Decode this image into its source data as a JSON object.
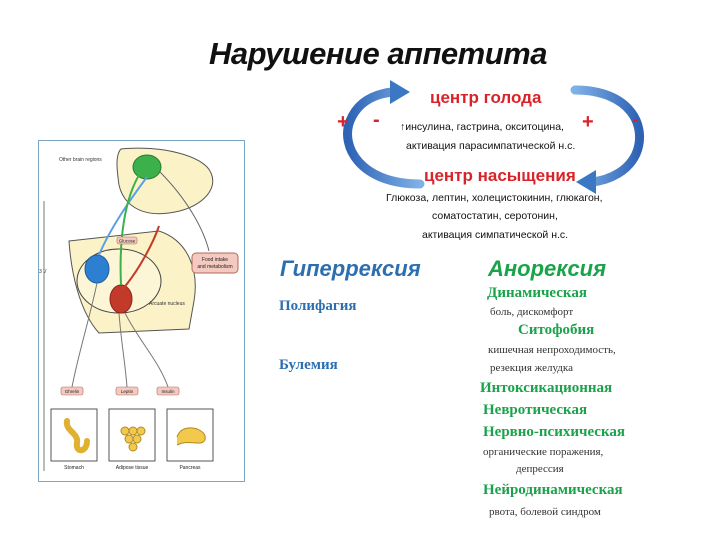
{
  "title": "Нарушение аппетита",
  "hunger_center": "центр голода",
  "satiety_center": "центр насыщения",
  "signs": {
    "left_plus": "+",
    "left_minus": "-",
    "right_plus": "+",
    "right_minus": "-"
  },
  "hunger_factors": {
    "line1": "↑инсулина, гастрина,  окситоцина,",
    "line2": "активация  парасимпатической   н.с."
  },
  "satiety_factors": {
    "line1": "Глюкоза, лептин, холецистокинин, глюкагон,",
    "line2": "соматостатин,  серотонин,",
    "line3": "активация  симпатической   н.с."
  },
  "hyperrexia": {
    "heading": "Гиперрексия",
    "items": [
      "Полифагия",
      "Булемия"
    ]
  },
  "anorexia": {
    "heading": "Анорексия",
    "dynamic": "Динамическая",
    "dynamic_sub": "боль, дискомфорт",
    "sitophobia": "Ситофобия",
    "sitophobia_sub1": "кишечная  непроходимость,",
    "sitophobia_sub2": "резекция  желудка",
    "intoxication": "Интоксикационная",
    "neurotic": "Невротическая",
    "neuropsychic": "Нервно-психическая",
    "neuropsychic_sub1": "органические  поражения,",
    "neuropsychic_sub2": "депрессия",
    "neurodynamic": "Нейродинамическая",
    "neurodynamic_sub": "рвота, болевой синдром"
  },
  "figure": {
    "labels": {
      "other_brain": "Other brain regions",
      "food_intake": "Food intake\nand metabolism",
      "glucose": "Glucose",
      "arcuate": "Arcuate nucleus",
      "ghrelin": "Ghrelin",
      "leptin": "Leptin",
      "insulin": "Insulin",
      "stomach": "Stomach",
      "adipose": "Adipose tissue",
      "pancreas": "Pancreas",
      "side": "3 V"
    },
    "colors": {
      "green": "#3cb04a",
      "blue": "#2d7fd1",
      "red": "#c43a2a",
      "cream": "#fbf3c7",
      "pink": "#f4c9c0",
      "yellow": "#f2c94c"
    }
  },
  "colors": {
    "red": "#d9232a",
    "blue": "#2c6fb0",
    "green": "#1aa34a",
    "arrow": "#3b78c4"
  }
}
